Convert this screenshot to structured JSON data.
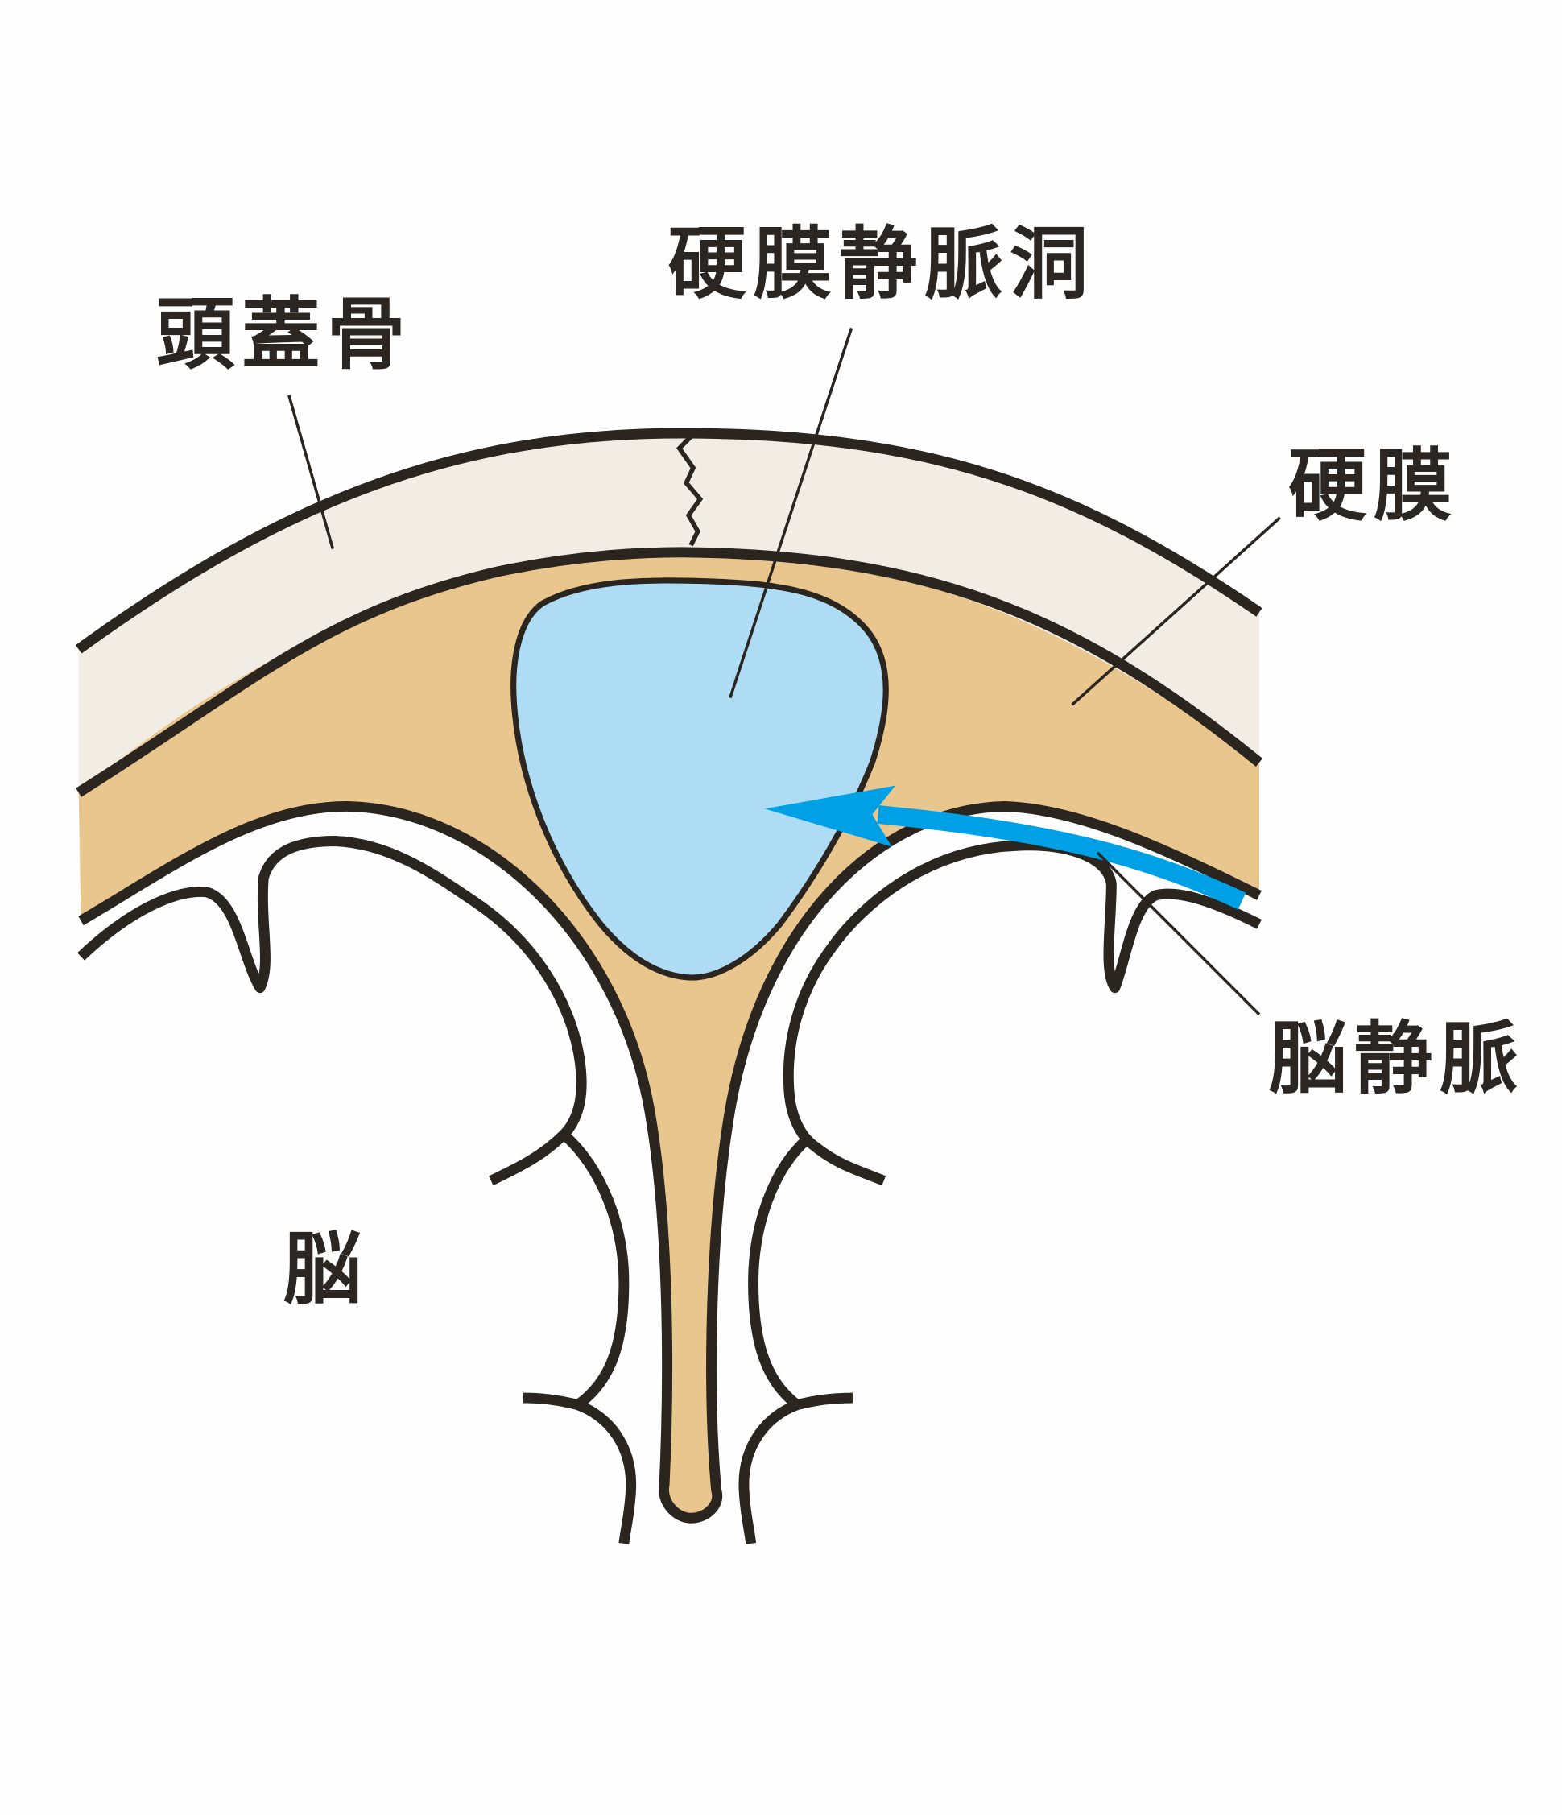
{
  "labels": {
    "skull": "頭蓋骨",
    "dural_sinus": "硬膜静脈洞",
    "dura": "硬膜",
    "cerebral_vein": "脳静脈",
    "brain": "脳"
  },
  "colors": {
    "skull": "#f1ede4",
    "dura": "#e8c68e",
    "sinus": "#aedcf4",
    "arrow": "#00a0e6",
    "outline": "#2b2520"
  }
}
